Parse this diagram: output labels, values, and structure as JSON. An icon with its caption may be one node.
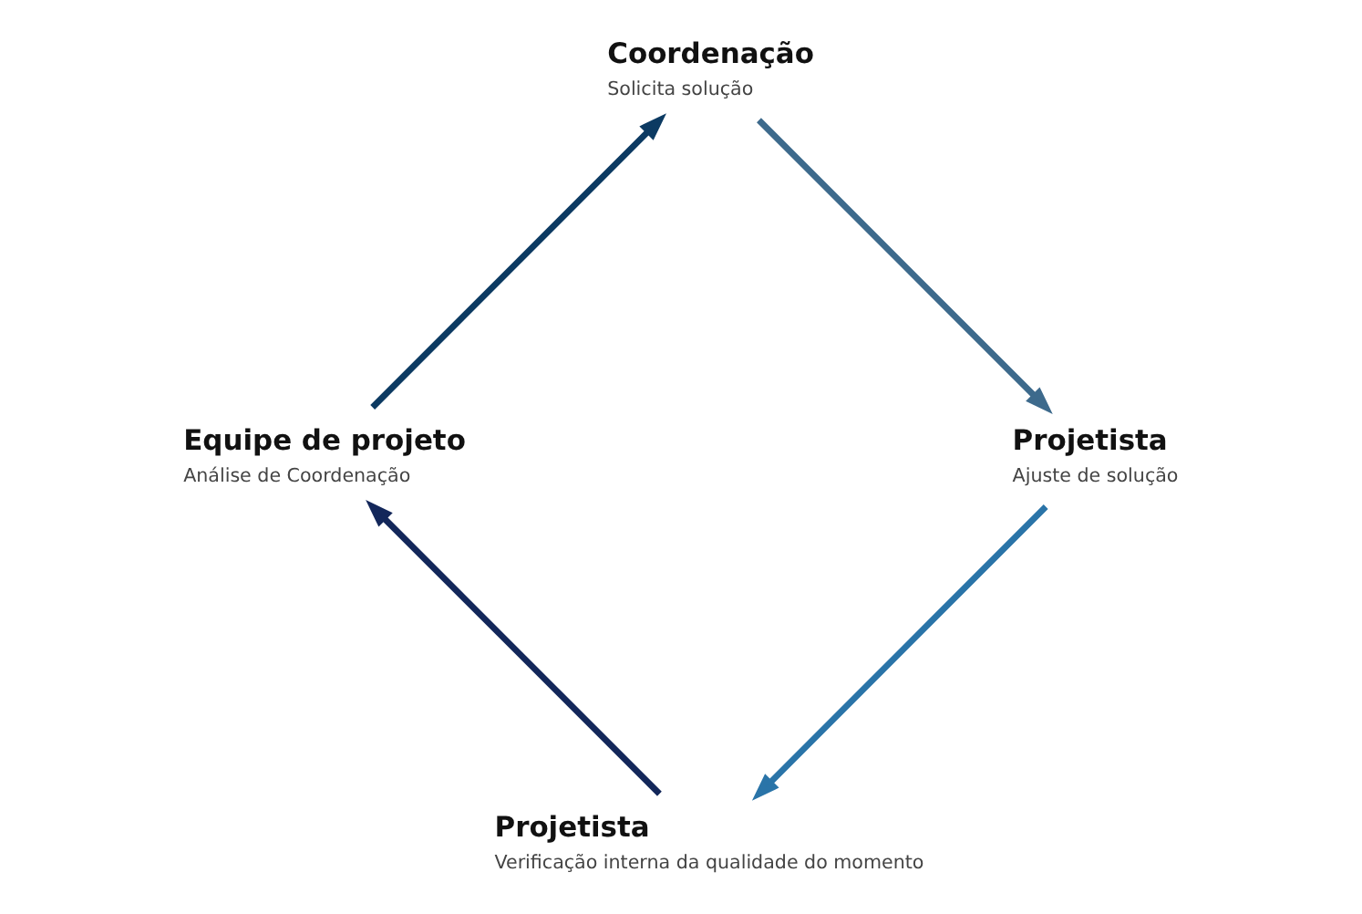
{
  "diagram": {
    "nodes": [
      {
        "text": [
          "Projetista",
          "Verificação interna da qualidade do momento"
        ]
      },
      {
        "text": [
          "Equipe de projeto",
          "Análise de Coordenação"
        ]
      },
      {
        "text": [
          "Coordenação",
          "Solicita solução"
        ]
      },
      {
        "text": [
          "Projetista",
          "Ajuste de solução"
        ]
      }
    ],
    "edges": [
      {
        "from": 0,
        "to": 1,
        "arrow": "to",
        "color": "#13275a"
      },
      {
        "from": 1,
        "to": 2,
        "arrow": "to",
        "color": "#0c3a62"
      },
      {
        "from": 2,
        "to": 3,
        "arrow": "to",
        "color": "#3d6a8c"
      },
      {
        "from": 3,
        "to": 0,
        "arrow": "to",
        "color": "#2a74a8"
      }
    ]
  }
}
